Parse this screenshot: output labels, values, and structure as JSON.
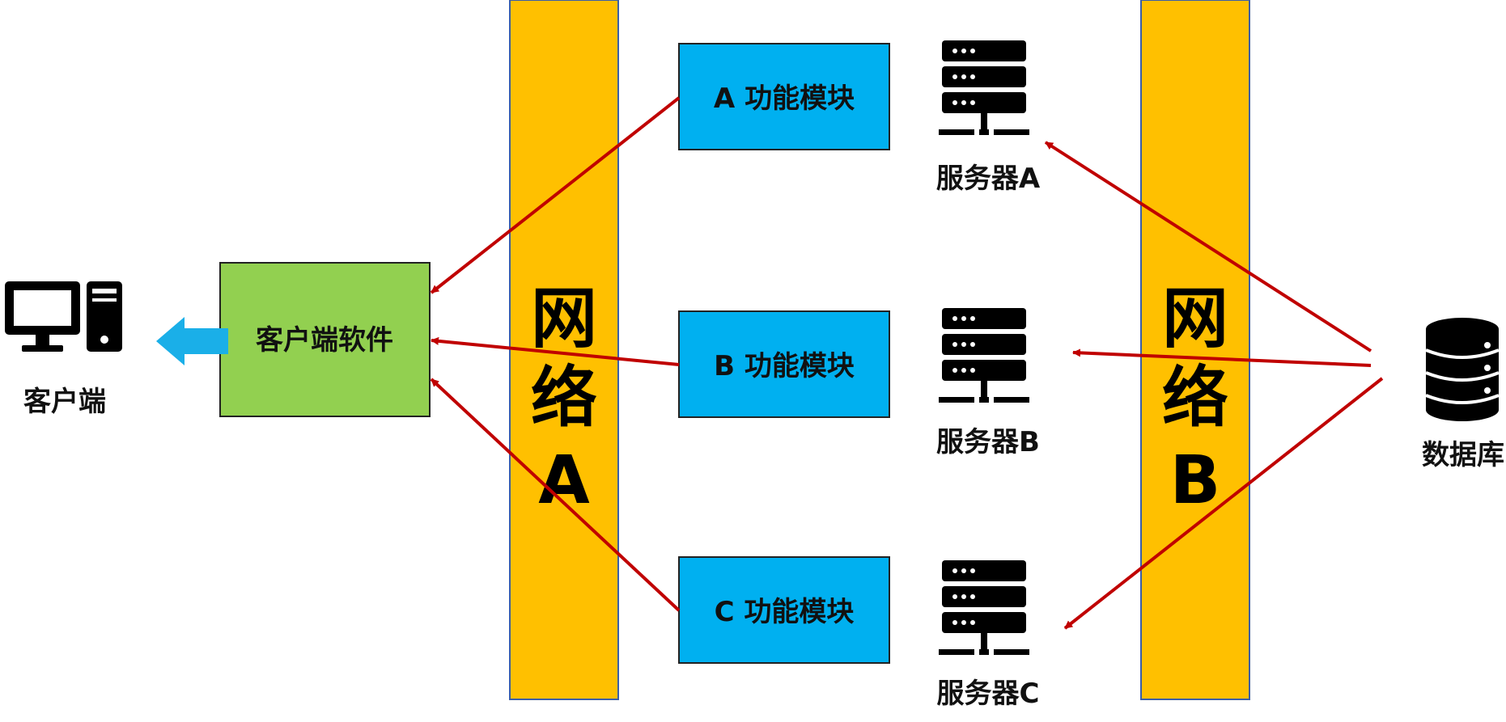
{
  "client": {
    "label": "客户端"
  },
  "client_software": {
    "label": "客户端软件"
  },
  "network_a": {
    "line1": "网",
    "line2": "络",
    "line3": "A"
  },
  "network_b": {
    "line1": "网",
    "line2": "络",
    "line3": "B"
  },
  "modules": [
    {
      "label": "A 功能模块"
    },
    {
      "label": "B 功能模块"
    },
    {
      "label": "C 功能模块"
    }
  ],
  "servers": [
    {
      "label": "服务器A"
    },
    {
      "label": "服务器B"
    },
    {
      "label": "服务器C"
    }
  ],
  "database": {
    "label": "数据库"
  },
  "colors": {
    "network_bar": "#FFC000",
    "module_box": "#00B0F0",
    "software_box": "#92D050",
    "arrow": "#C00000",
    "client_arrow": "#1AAFE8",
    "icon": "#000000"
  },
  "icons": [
    "desktop-computer-icon",
    "server-icon",
    "database-icon",
    "left-arrow-icon"
  ]
}
